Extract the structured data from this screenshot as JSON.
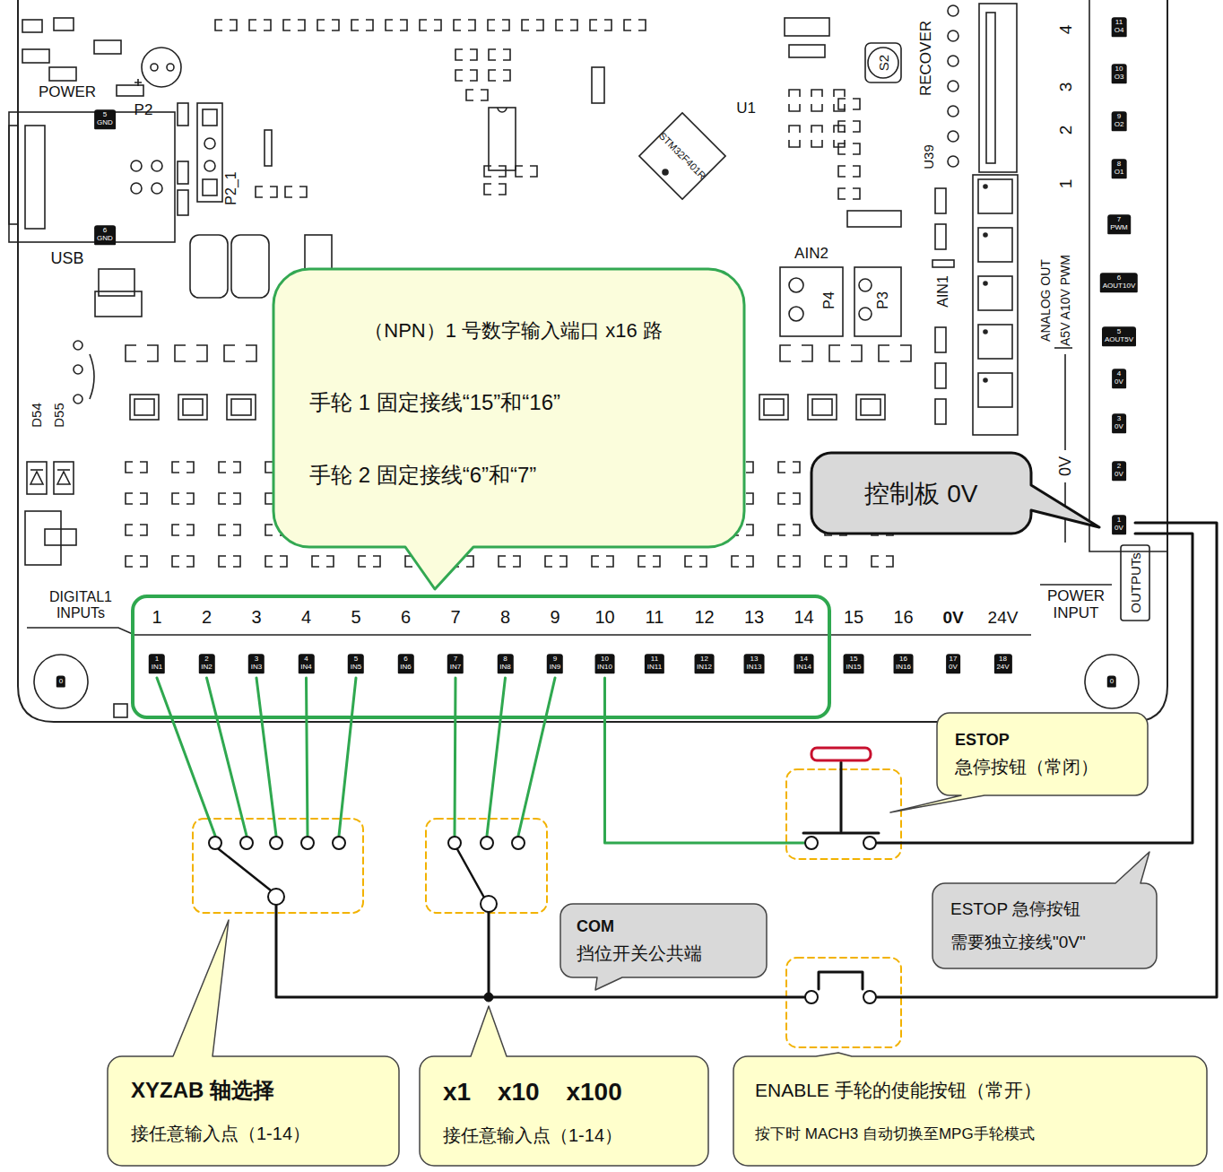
{
  "diagram": {
    "nodes": [
      {
        "text": [
          "（NPN）1 号数字输入端口 x16 路",
          "手轮 1 固定接线“15”和“16”",
          "手轮 2 固定接线“6”和“7”"
        ]
      },
      {
        "text": [
          "控制板 0V"
        ]
      },
      {
        "text": [
          "ESTOP",
          "急停按钮（常闭）"
        ]
      },
      {
        "text": [
          "COM",
          "挡位开关公共端"
        ]
      },
      {
        "text": [
          "ESTOP 急停按钮",
          "需要独立接线\"0V\""
        ]
      },
      {
        "text": [
          "XYZAB 轴选择",
          "接任意输入点（1-14）"
        ]
      },
      {
        "text": [
          "x1 x10 x100",
          "接任意输入点（1-14）"
        ]
      },
      {
        "text": [
          "ENABLE 手轮的使能按钮（常开）",
          "按下时 MACH3 自动切换至MPG手轮模式"
        ]
      }
    ],
    "labels": [
      "POWER",
      "P2",
      "5 GND",
      "6 GND",
      "USB",
      "P2_1",
      "U1",
      "STM32F401R",
      "RECOVER",
      "S2",
      "U39",
      "AIN2",
      "P4",
      "P3",
      "AIN1",
      "4",
      "3",
      "2",
      "1",
      "ANALOG OUT",
      "A5V A10V PWM",
      "0V",
      "11 O4",
      "10 O3",
      "9 O2",
      "8 O1",
      "7 PWM",
      "6 AOUT10V",
      "5 AOUT5V",
      "4 0V",
      "3 0V",
      "2 0V",
      "1 0V",
      "D54",
      "D55",
      "DIGITAL1 INPUTs",
      "1",
      "2",
      "3",
      "4",
      "5",
      "6",
      "7",
      "8",
      "9",
      "10",
      "11",
      "12",
      "13",
      "14",
      "15",
      "16",
      "0V",
      "24V",
      "POWER INPUT",
      "OUTPUTs",
      "1 IN1",
      "2 IN2",
      "3 IN3",
      "4 IN4",
      "5 IN5",
      "6 IN6",
      "7 IN7",
      "8 IN8",
      "9 IN9",
      "10 IN10",
      "11 IN11",
      "12 IN12",
      "13 IN13",
      "14 IN14",
      "15 IN15",
      "16 IN16",
      "17 0V",
      "18 24V",
      "0",
      "0"
    ]
  }
}
